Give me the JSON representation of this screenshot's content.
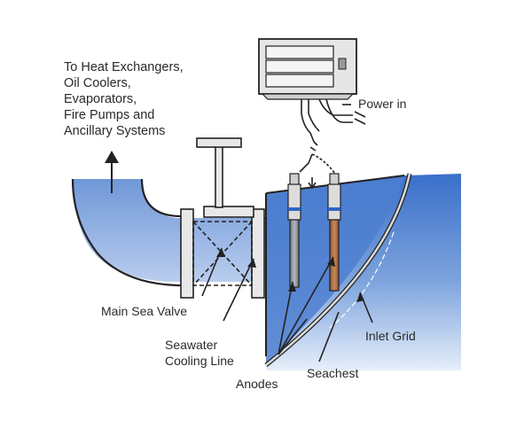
{
  "labels": {
    "destination_lines": [
      "To Heat Exchangers,",
      "Oil Coolers,",
      "Evaporators,",
      "Fire Pumps and",
      "Ancillary Systems"
    ],
    "power_in": "Power in",
    "main_sea_valve": "Main Sea Valve",
    "seawater_cooling_line": [
      "Seawater",
      "Cooling Line"
    ],
    "inlet_grid": "Inlet Grid",
    "seachest": "Seachest",
    "anodes": "Anodes"
  },
  "colors": {
    "water_dark": "#2f66c4",
    "water_light": "#d9e6f8",
    "outline": "#222222",
    "panel": "#e6e6e6",
    "anode_gray": "#8d949c",
    "anode_copper": "#b8784c"
  },
  "icons": [
    "control-panel-icon",
    "arrow-up-icon",
    "valve-handwheel-icon"
  ]
}
